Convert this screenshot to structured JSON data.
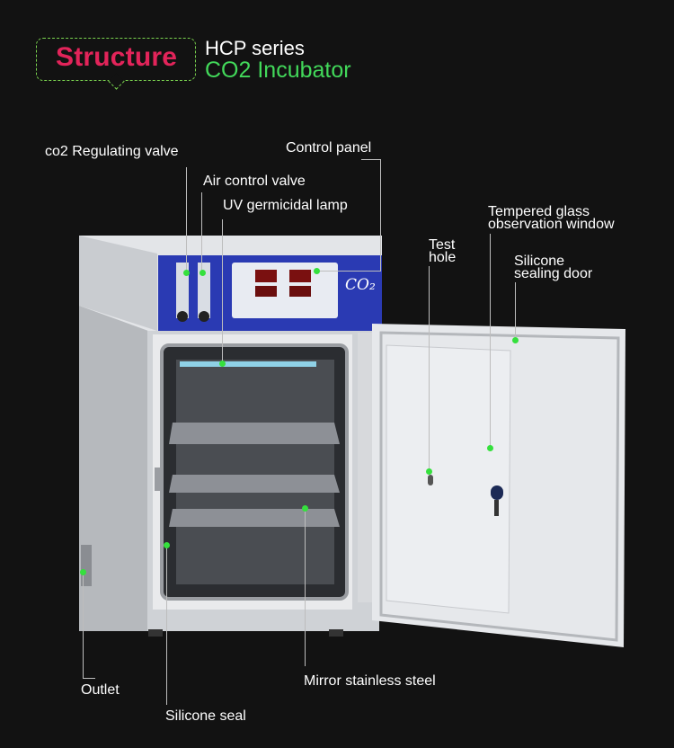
{
  "header": {
    "title": "Structure",
    "series": "HCP series",
    "product": "CO2 Incubator"
  },
  "labels": {
    "co2_valve": "co2 Regulating valve",
    "control_panel": "Control panel",
    "air_valve": "Air control valve",
    "uv_lamp": "UV germicidal lamp",
    "tempered_glass_1": "Tempered glass",
    "tempered_glass_2": "observation window",
    "test_hole_1": "Test",
    "test_hole_2": "hole",
    "silicone_door_1": "Silicone",
    "silicone_door_2": "sealing door",
    "outlet": "Outlet",
    "silicone_seal": "Silicone seal",
    "mirror_steel": "Mirror stainless steel"
  },
  "panel": {
    "logo": "CO₂"
  },
  "colors": {
    "accent_title": "#e2245a",
    "accent_green": "#42d95a",
    "panel_blue": "#2a3ab3",
    "marker_dot": "#35e03d"
  }
}
